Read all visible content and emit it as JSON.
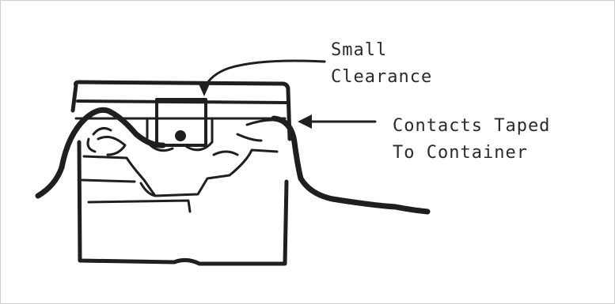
{
  "annotations": {
    "clearance": {
      "line1": "Small",
      "line2": "Clearance"
    },
    "contacts": {
      "line1": "Contacts Taped",
      "line2": "To Container"
    }
  },
  "colors": {
    "ink": "#1f1f1f",
    "background": "#ffffff"
  }
}
